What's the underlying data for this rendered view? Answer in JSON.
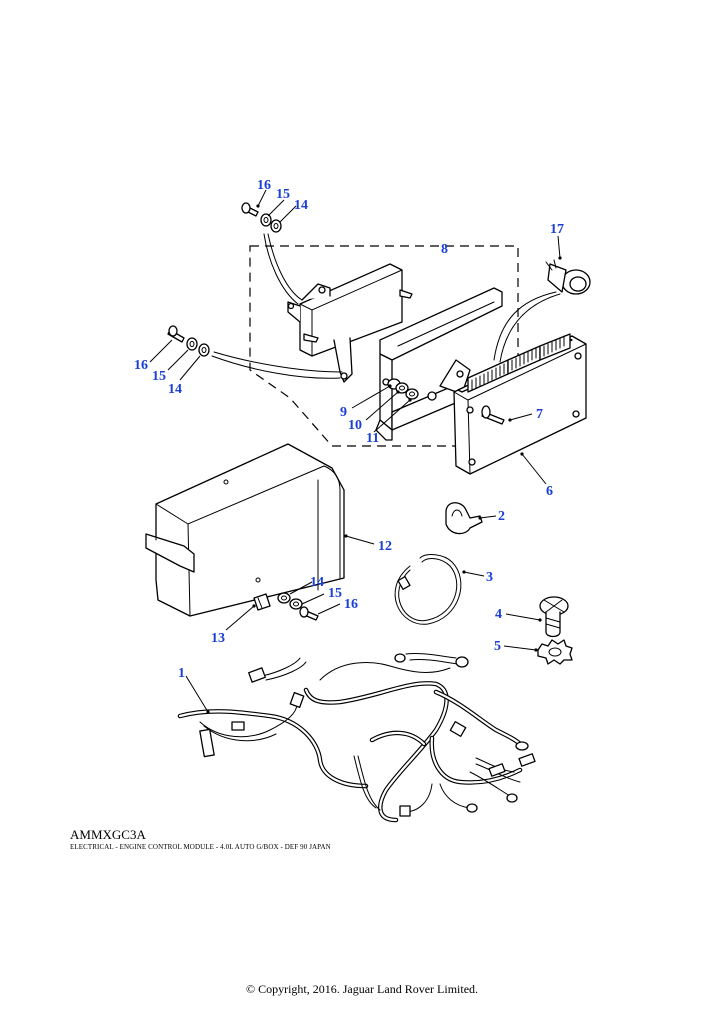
{
  "diagram": {
    "code": "AMMXGC3A",
    "caption": "ELECTRICAL - ENGINE CONTROL MODULE - 4.0L AUTO G/BOX - DEF 90 JAPAN",
    "copyright": "© Copyright, 2016. Jaguar Land Rover Limited.",
    "callouts": [
      "1",
      "2",
      "3",
      "4",
      "5",
      "6",
      "7",
      "8",
      "9",
      "10",
      "11",
      "12",
      "13",
      "14",
      "14",
      "14",
      "15",
      "15",
      "15",
      "16",
      "16",
      "16",
      "17"
    ]
  },
  "colors": {
    "callout": "#1a3fd6",
    "line": "#000000",
    "background": "#ffffff"
  }
}
